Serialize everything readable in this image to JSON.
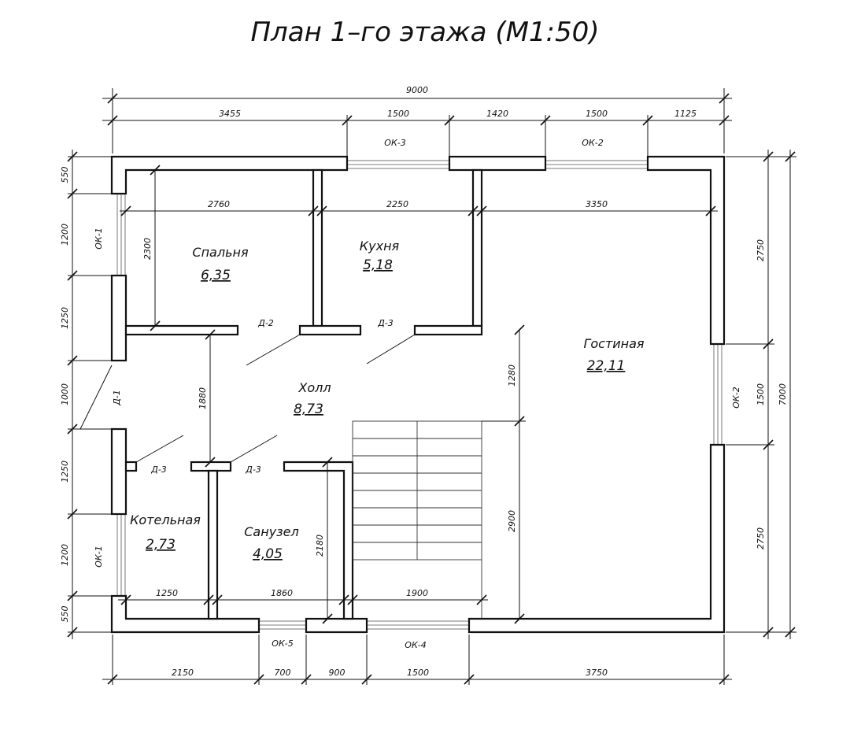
{
  "title": "План 1–го этажа (М1:50)",
  "dims": {
    "top_total": "9000",
    "top": [
      "3455",
      "1500",
      "1420",
      "1500",
      "1125"
    ],
    "bottom": [
      "2150",
      "700",
      "900",
      "1500",
      "3750"
    ],
    "left": [
      "550",
      "1200",
      "1250",
      "1000",
      "1250",
      "1200",
      "550"
    ],
    "right_inner": [
      "2750",
      "1500",
      "2750"
    ],
    "right_total": "7000",
    "interior": {
      "bedroom_w": "2760",
      "kitchen_w": "2250",
      "living_w": "3350",
      "bedroom_h": "2300",
      "hall_h": "1880",
      "bath_h": "2180",
      "liv_upper_h": "1280",
      "liv_lower_h": "2900",
      "boiler_w": "1250",
      "bath_w": "1860",
      "stair_w": "1900"
    }
  },
  "rooms": {
    "bedroom": {
      "name": "Спальня",
      "area": "6,35"
    },
    "kitchen": {
      "name": "Кухня",
      "area": "5,18"
    },
    "living": {
      "name": "Гостиная",
      "area": "22,11"
    },
    "hall": {
      "name": "Холл",
      "area": "8,73"
    },
    "boiler": {
      "name": "Котельная",
      "area": "2,73"
    },
    "bath": {
      "name": "Санузел",
      "area": "4,05"
    }
  },
  "windows": {
    "ok1": "ОК-1",
    "ok2": "ОК-2",
    "ok3": "ОК-3",
    "ok4": "ОК-4",
    "ok5": "ОК-5"
  },
  "doors": {
    "d1": "Д-1",
    "d2": "Д-2",
    "d3": "Д-3"
  }
}
